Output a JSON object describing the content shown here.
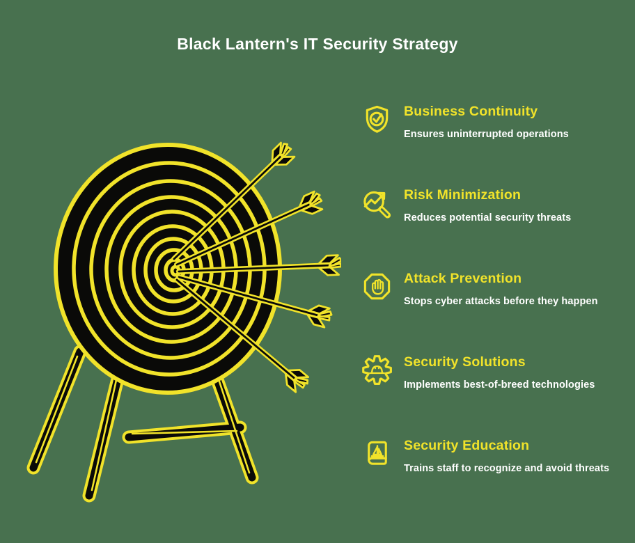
{
  "meta": {
    "background_color": "#48714F",
    "accent_color": "#F1E32A",
    "ink_color": "#0A0A08",
    "text_color": "#FFFFFF"
  },
  "title": "Black Lantern's IT Security Strategy",
  "illustration": {
    "label": "Hand-drawn archery target on a wooden stand, pierced by five arrows",
    "arrow_count": 5
  },
  "items": [
    {
      "icon": "shield-check-icon",
      "heading": "Business Continuity",
      "description": "Ensures uninterrupted operations"
    },
    {
      "icon": "trend-magnifier-icon",
      "heading": "Risk Minimization",
      "description": "Reduces potential security threats"
    },
    {
      "icon": "stop-hand-icon",
      "heading": "Attack Prevention",
      "description": "Stops cyber attacks before they happen"
    },
    {
      "icon": "gear-hardhat-icon",
      "heading": "Security Solutions",
      "description": "Implements best-of-breed technologies"
    },
    {
      "icon": "book-sailboat-icon",
      "heading": "Security Education",
      "description": "Trains staff to recognize and avoid threats"
    }
  ]
}
